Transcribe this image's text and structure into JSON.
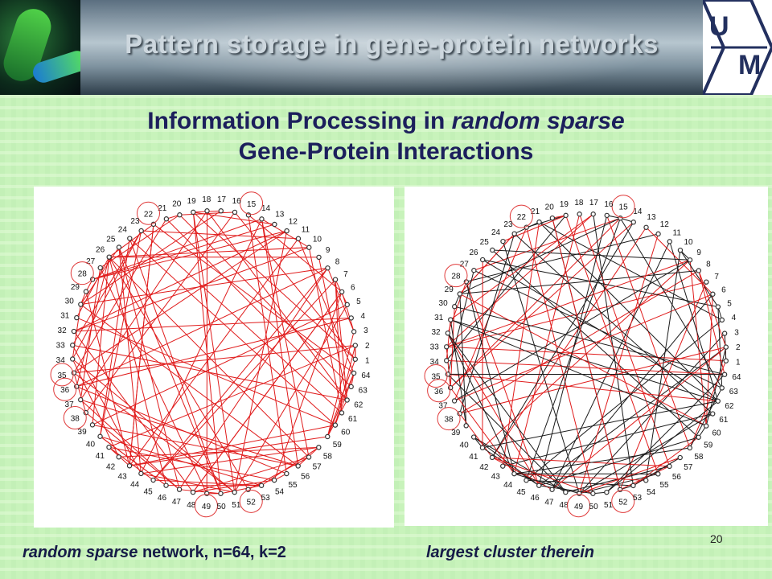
{
  "header": {
    "title": "Pattern storage in gene-protein networks",
    "logo": {
      "letters": [
        "U",
        "M"
      ],
      "icon": "um-logo"
    },
    "image": "worm-fluorescence-image"
  },
  "subtitle": {
    "line1_a": "Information Processing in ",
    "line1_b": "random sparse",
    "line2": "Gene-Protein Interactions"
  },
  "colors": {
    "edge_red": "#e01b1b",
    "edge_black": "#1a1a1a",
    "node": "#333333",
    "highlight_circle": "#e03a3a",
    "title_navy": "#1c1f5c"
  },
  "network": {
    "n": 64,
    "k": 2,
    "node_labels": [
      "1",
      "2",
      "3",
      "4",
      "5",
      "6",
      "7",
      "8",
      "9",
      "10",
      "11",
      "12",
      "13",
      "14",
      "15",
      "16",
      "17",
      "18",
      "19",
      "20",
      "21",
      "22",
      "23",
      "24",
      "25",
      "26",
      "27",
      "28",
      "29",
      "30",
      "31",
      "32",
      "33",
      "34",
      "35",
      "36",
      "37",
      "38",
      "39",
      "40",
      "41",
      "42",
      "43",
      "44",
      "45",
      "46",
      "47",
      "48",
      "49",
      "50",
      "51",
      "52",
      "53",
      "54",
      "55",
      "56",
      "57",
      "58",
      "59",
      "60",
      "61",
      "62",
      "63",
      "64"
    ],
    "highlighted_nodes": [
      15,
      22,
      28,
      35,
      36,
      38,
      49,
      52
    ]
  },
  "captions": {
    "left_italic": "random sparse",
    "left_rest": " network, n=64, k=2",
    "right_italic": "largest cluster therein"
  },
  "page_number": "20"
}
